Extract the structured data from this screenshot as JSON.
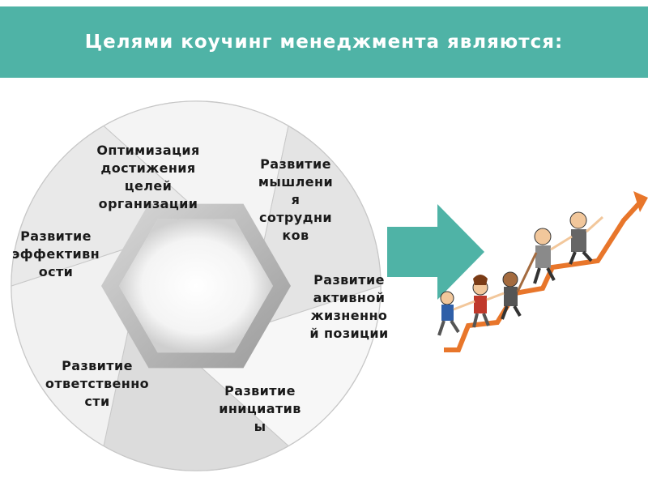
{
  "header": {
    "title": "Целями коучинг менеджмента являются:",
    "background": "#4fb3a6"
  },
  "diagram": {
    "segments": [
      {
        "label": "Оптимизация\nдостижения\nцелей\nорганизации"
      },
      {
        "label": "Развитие\nмышлени\nя\nсотрудни\nков"
      },
      {
        "label": "Развитие\nактивной\nжизненно\nй позиции"
      },
      {
        "label": "Развитие\nинициатив\nы"
      },
      {
        "label": "Развитие\nответственно\nсти"
      },
      {
        "label": "Развитие\nэффективн\nости"
      }
    ]
  },
  "arrow": {
    "icon": "right-arrow-icon",
    "color": "#4fb3a6"
  },
  "illustration": {
    "icon": "team-climbing-growth-chart-icon",
    "accent": "#e8762b"
  }
}
